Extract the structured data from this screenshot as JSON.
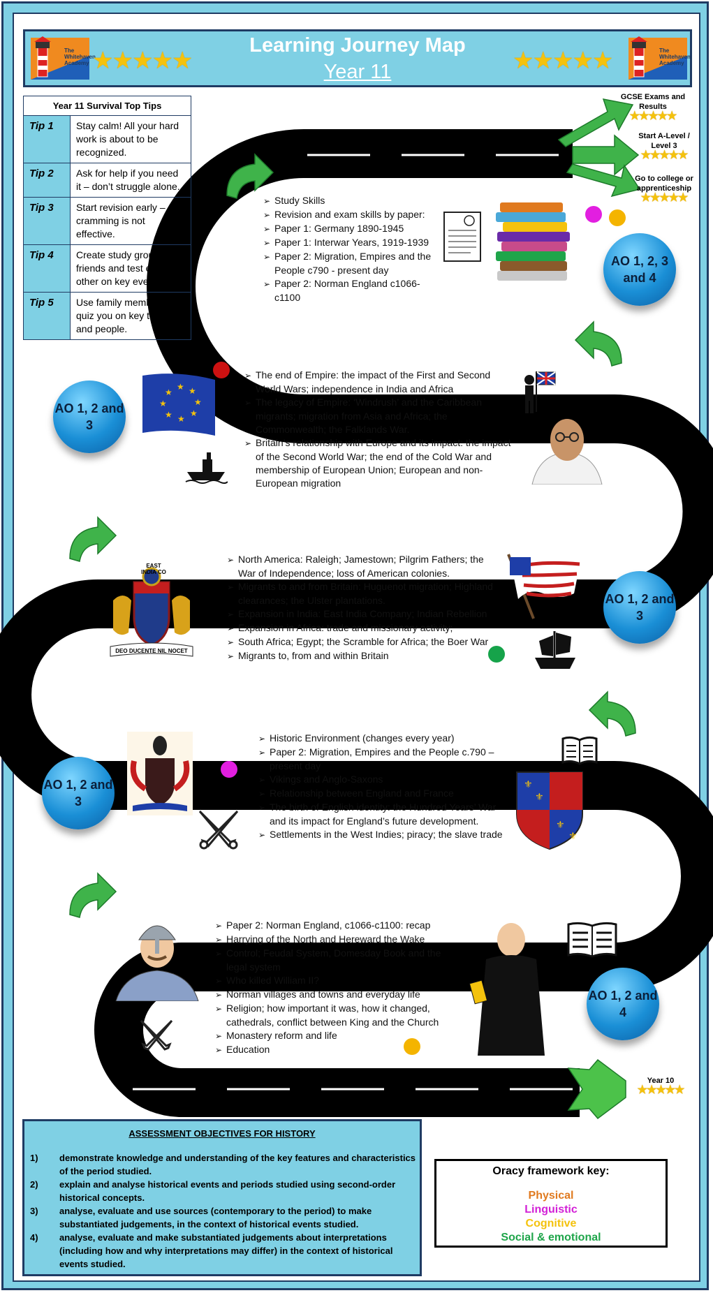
{
  "header": {
    "title": "Learning Journey Map",
    "subtitle": "Year 11",
    "logo_text": "The Whitehaven Academy",
    "stars": "★★★★★"
  },
  "tips": {
    "title": "Year 11 Survival Top Tips",
    "items": [
      {
        "label": "Tip 1",
        "text": "Stay calm! All your hard work is about to be recognized."
      },
      {
        "label": "Tip 2",
        "text": "Ask for help if you need it – don’t struggle alone."
      },
      {
        "label": "Tip 3",
        "text": "Start revision early – cramming is not effective."
      },
      {
        "label": "Tip 4",
        "text": "Create study groups with friends and test each other on key events."
      },
      {
        "label": "Tip 5",
        "text": "Use family members to quiz you on key topics and people."
      }
    ]
  },
  "exits": {
    "gcse": "GCSE Exams and Results",
    "alevel": "Start A-Level / Level 3",
    "college": "Go to college or apprenticeship",
    "year10": "Year 10",
    "stars": "★★★★★"
  },
  "sections": {
    "s1": [
      "Study Skills",
      "Revision and exam skills by paper:",
      "Paper 1: Germany 1890-1945",
      "Paper 1: Interwar Years, 1919-1939",
      "Paper 2: Migration, Empires and the People c790 - present day",
      "Paper 2: Norman England c1066-c1100"
    ],
    "s2": [
      "The end of Empire: the impact of the First and Second World Wars; independence in India and Africa",
      "The legacy of Empire: ‘Windrush’ and the Caribbean migrants; migration from Asia and Africa; the Commonwealth; the Falklands War.",
      "Britain’s relationship with Europe and its impact: the impact of the Second World War; the end of the Cold War and membership of European Union; European and non-European migration"
    ],
    "s3": [
      "North America: Raleigh; Jamestown; Pilgrim Fathers; the War of Independence; loss of American colonies.",
      "Migrants to and from Britain: Huguenot migration; Highland clearances; the Ulster plantations.",
      "Expansion in India: East India Company; Indian Rebellion",
      "Expansion in Africa: trade and missionary activity;",
      "South Africa; Egypt; the Scramble for Africa; the Boer War",
      "Migrants to, from and within Britain"
    ],
    "s4": [
      "Historic Environment (changes every year)",
      "Paper 2: Migration, Empires and the People c.790 – present day",
      "Vikings and Anglo-Saxons",
      "Relationship between England and France",
      "The birth of English identity: the Hundred Years’ War and its impact for England’s future development.",
      "Settlements in the West Indies; piracy; the slave trade"
    ],
    "s5": [
      "Paper 2: Norman England, c1066-c1100: recap",
      "Harrying of the North and Hereward the Wake",
      "Control; Feudal System, Domesday Book and the legal system",
      "Who killed William II?",
      "Norman villages and towns and everyday life",
      "Religion; how important it was, how it changed, cathedrals, conflict between King and the Church",
      "Monastery reform and life",
      "Education"
    ]
  },
  "ao_badges": {
    "a1": "AO 1, 2, 3 and 4",
    "a2": "AO 1, 2 and 3",
    "a3": "AO 1, 2 and 3",
    "a4": "AO 1, 2 and 3",
    "a5": "AO 1, 2 and 4"
  },
  "crest": {
    "top": "EAST INDIA CO",
    "bottom": "DEO DUCENTE NIL NOCET"
  },
  "assessment": {
    "title": "ASSESSMENT OBJECTIVES FOR HISTORY",
    "items": [
      {
        "n": "1)",
        "text": "demonstrate knowledge and understanding of the key features and characteristics of the period studied."
      },
      {
        "n": "2)",
        "text": "explain and analyse historical events and periods studied using second-order historical concepts."
      },
      {
        "n": "3)",
        "text": "analyse, evaluate and use sources (contemporary to the period) to make substantiated judgements, in the context of historical events studied."
      },
      {
        "n": "4)",
        "text": "analyse, evaluate and make substantiated judgements about interpretations (including how and why interpretations may differ) in the context of historical events studied."
      }
    ]
  },
  "oracy": {
    "title": "Oracy framework key:",
    "keys": [
      {
        "label": "Physical",
        "color": "#e07a1f"
      },
      {
        "label": "Linguistic",
        "color": "#d21fd6"
      },
      {
        "label": "Cognitive",
        "color": "#f4c20d"
      },
      {
        "label": "Social & emotional",
        "color": "#1fa54a"
      }
    ]
  },
  "dots": {
    "magenta": "#e21fe0",
    "amber": "#f4b400",
    "red": "#cc1111",
    "green": "#16a34a"
  }
}
